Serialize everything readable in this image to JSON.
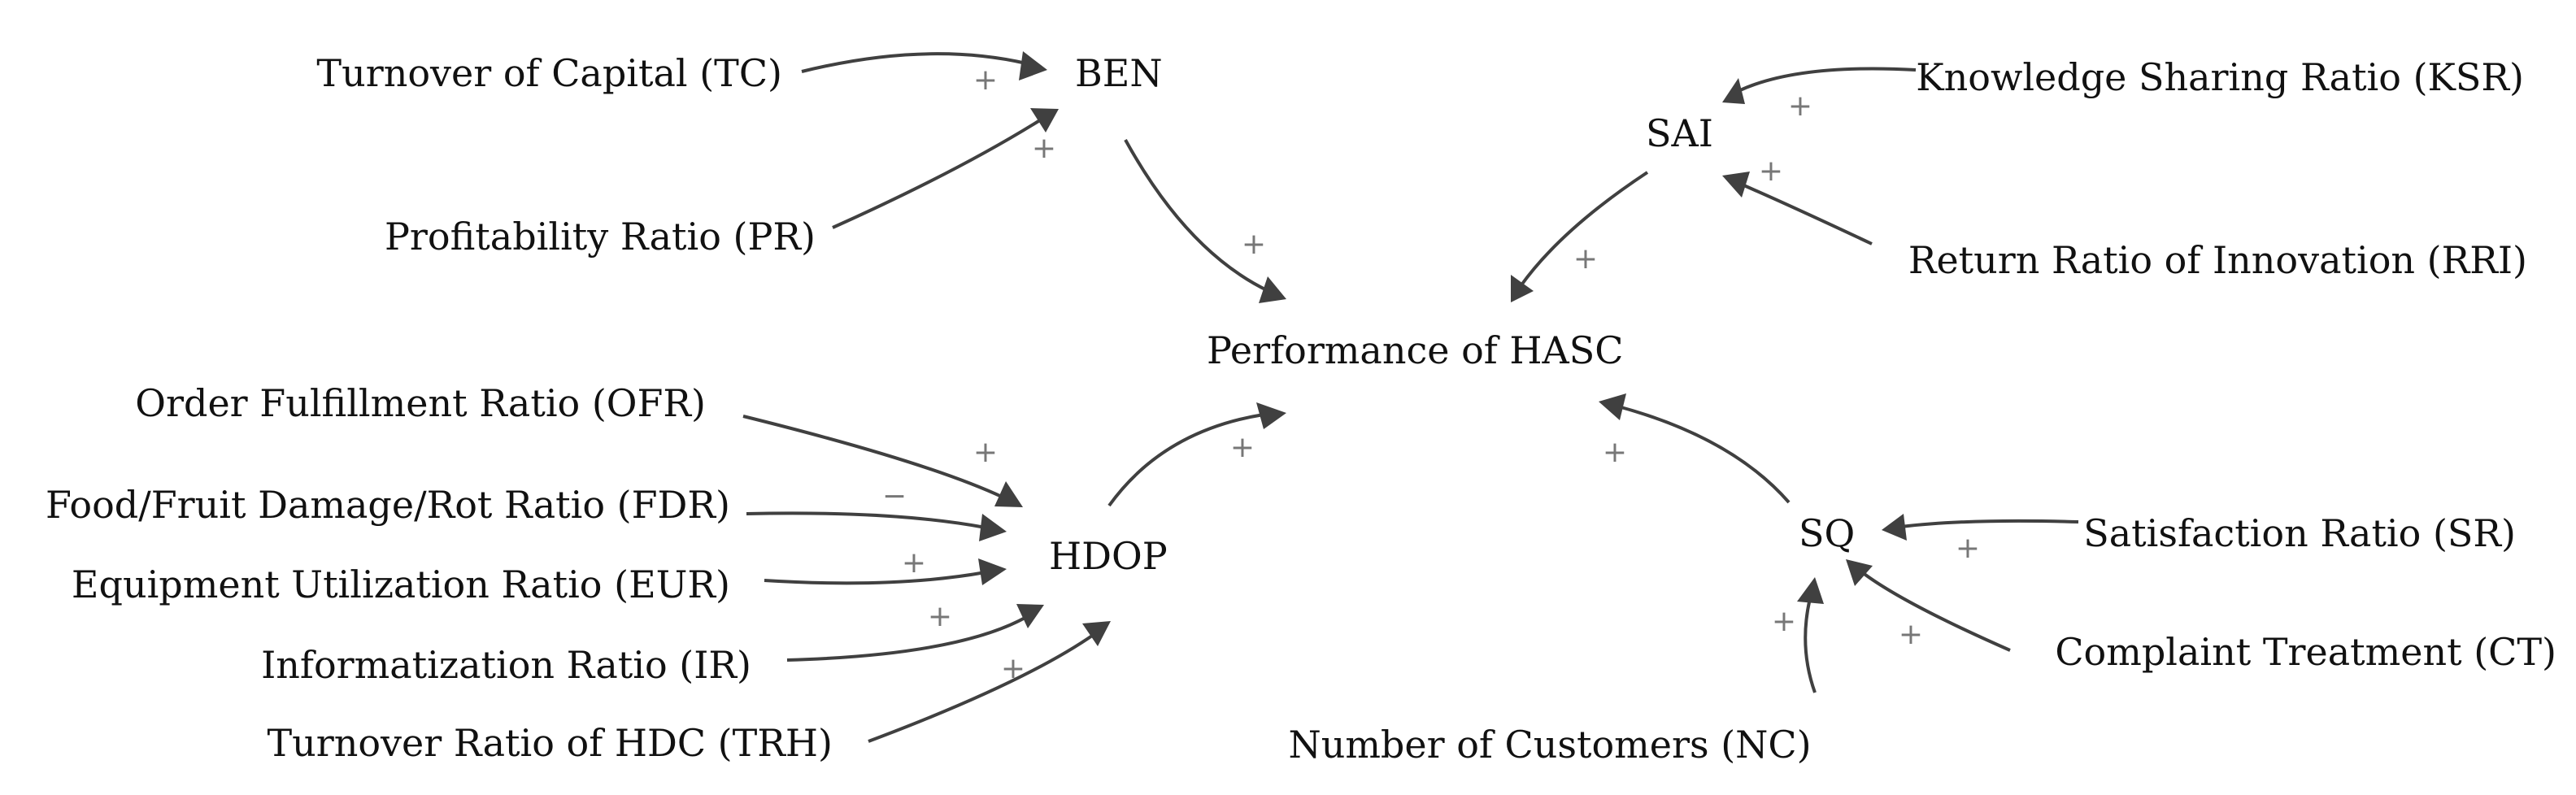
{
  "nodes": {
    "ben": "BEN",
    "sai": "SAI",
    "performance": "Performance of HASC",
    "hdop": "HDOP",
    "sq": "SQ",
    "tc": "Turnover of Capital (TC)",
    "pr": "Profitability Ratio (PR)",
    "ksr": "Knowledge Sharing Ratio (KSR)",
    "rri": "Return Ratio of Innovation (RRI)",
    "ofr": "Order Fulfillment Ratio (OFR)",
    "fdr": "Food/Fruit Damage/Rot Ratio (FDR)",
    "eur": "Equipment Utilization Ratio (EUR)",
    "ir": "Informatization Ratio (IR)",
    "trh": "Turnover Ratio of HDC (TRH)",
    "sr": "Satisfaction Ratio (SR)",
    "ct": "Complaint Treatment (CT)",
    "nc": "Number of Customers (NC)"
  },
  "links": [
    {
      "from": "tc",
      "to": "ben",
      "polarity": "+"
    },
    {
      "from": "pr",
      "to": "ben",
      "polarity": "+"
    },
    {
      "from": "ben",
      "to": "performance",
      "polarity": "+"
    },
    {
      "from": "ksr",
      "to": "sai",
      "polarity": "+"
    },
    {
      "from": "rri",
      "to": "sai",
      "polarity": "+"
    },
    {
      "from": "sai",
      "to": "performance",
      "polarity": "+"
    },
    {
      "from": "ofr",
      "to": "hdop",
      "polarity": "+"
    },
    {
      "from": "fdr",
      "to": "hdop",
      "polarity": "−"
    },
    {
      "from": "eur",
      "to": "hdop",
      "polarity": "+"
    },
    {
      "from": "ir",
      "to": "hdop",
      "polarity": "+"
    },
    {
      "from": "trh",
      "to": "hdop",
      "polarity": "+"
    },
    {
      "from": "hdop",
      "to": "performance",
      "polarity": "+"
    },
    {
      "from": "sr",
      "to": "sq",
      "polarity": "+"
    },
    {
      "from": "ct",
      "to": "sq",
      "polarity": "+"
    },
    {
      "from": "nc",
      "to": "sq",
      "polarity": "+"
    },
    {
      "from": "sq",
      "to": "performance",
      "polarity": "+"
    }
  ]
}
